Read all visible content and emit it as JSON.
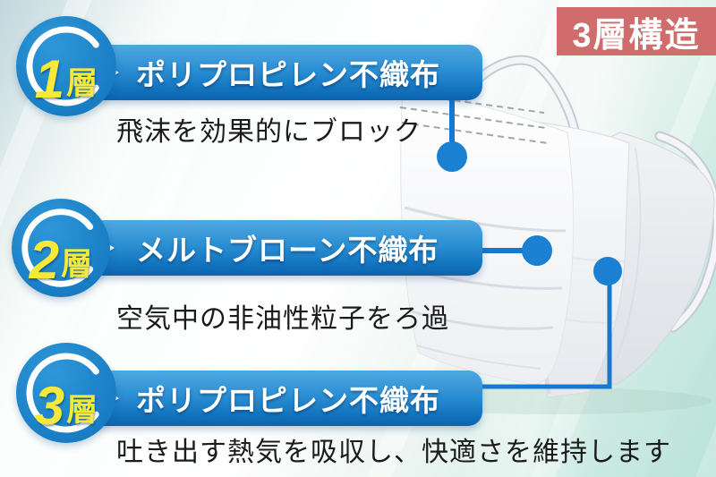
{
  "page": {
    "badge_label": "3層構造"
  },
  "layers": [
    {
      "number": "1",
      "unit": "層",
      "material": "ポリプロピレン不織布",
      "description": "飛沫を効果的にブロック"
    },
    {
      "number": "2",
      "unit": "層",
      "material": "メルトブローン不織布",
      "description": "空気中の非油性粒子をろ過"
    },
    {
      "number": "3",
      "unit": "層",
      "material": "ポリプロピレン不織布",
      "description": "吐き出す熱気を吸収し、快適さを維持します"
    }
  ],
  "colors": {
    "badge_red": "#d06c6c",
    "circle_blue": "#1b80c6",
    "banner_gradient_top": "#4fa8e0",
    "banner_gradient_bottom": "#0d63ab",
    "number_yellow": "#f6e93a",
    "connector_blue": "#1878cf",
    "description_text": "#1b1b1b",
    "background_teal": "#cbe9e2"
  }
}
